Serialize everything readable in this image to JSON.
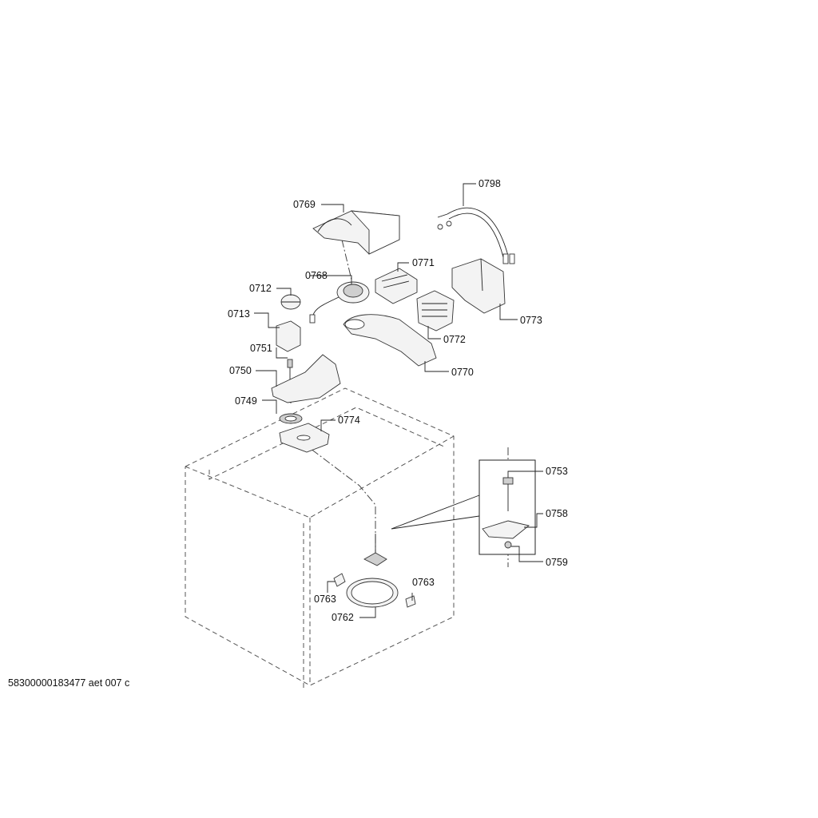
{
  "labels": {
    "p0798": "0798",
    "p0769": "0769",
    "p0771": "0771",
    "p0768": "0768",
    "p0712": "0712",
    "p0773": "0773",
    "p0713": "0713",
    "p0772": "0772",
    "p0751": "0751",
    "p0750": "0750",
    "p0770": "0770",
    "p0749": "0749",
    "p0774": "0774",
    "p0753": "0753",
    "p0758": "0758",
    "p0759": "0759",
    "p0763a": "0763",
    "p0763b": "0763",
    "p0762": "0762"
  },
  "footer": "58300000183477 aet 007 c"
}
